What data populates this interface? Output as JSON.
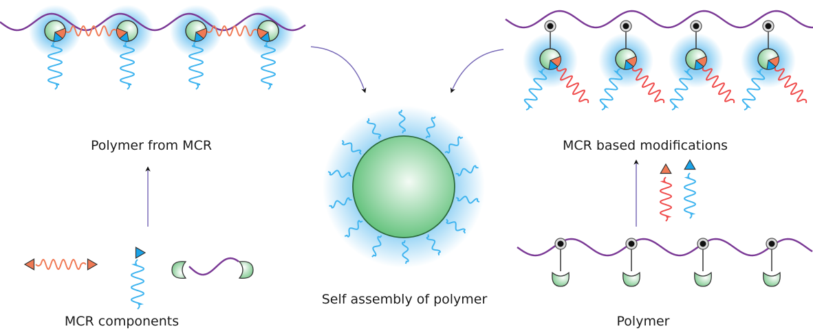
{
  "labels": {
    "polymer_from_mcr": "Polymer from MCR",
    "mcr_components": "MCR components",
    "self_assembly": "Self assembly of polymer",
    "mcr_modifications": "MCR based modifications",
    "polymer": "Polymer"
  },
  "colors": {
    "backbone": "#7b3a96",
    "bead_green": "#8fd19e",
    "orange": "#f07a55",
    "blue": "#1aa3e8",
    "spring_blue": "#3fb4ef",
    "spring_red": "#ef4b4b",
    "glow": "#7cc8f2",
    "arrow_line": "#7a6cb8"
  }
}
